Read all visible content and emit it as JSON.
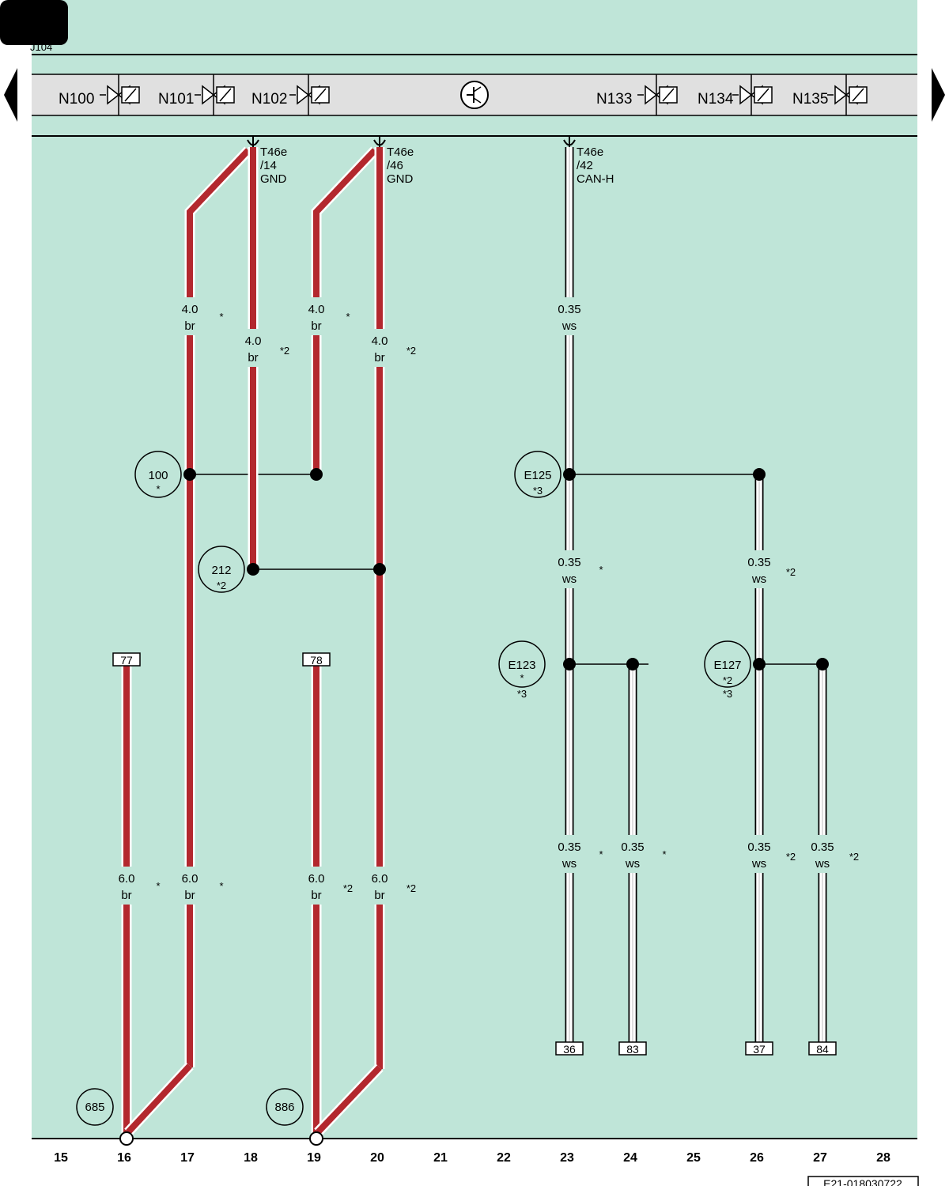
{
  "module_label": "J104",
  "components": [
    "N100",
    "N101",
    "N102",
    "N133",
    "N134",
    "N135"
  ],
  "connectors": [
    {
      "line1": "T46e",
      "line2": "/14",
      "line3": "GND"
    },
    {
      "line1": "T46e",
      "line2": "/46",
      "line3": "GND"
    },
    {
      "line1": "T46e",
      "line2": "/42",
      "line3": "CAN-H"
    }
  ],
  "wire_labels": [
    {
      "size": "4.0",
      "color": "br",
      "note": "*"
    },
    {
      "size": "4.0",
      "color": "br",
      "note": "*2"
    },
    {
      "size": "4.0",
      "color": "br",
      "note": "*"
    },
    {
      "size": "4.0",
      "color": "br",
      "note": "*2"
    },
    {
      "size": "0.35",
      "color": "ws",
      "note": ""
    },
    {
      "size": "0.35",
      "color": "ws",
      "note": "*"
    },
    {
      "size": "0.35",
      "color": "ws",
      "note": "*2"
    },
    {
      "size": "6.0",
      "color": "br",
      "note": "*"
    },
    {
      "size": "6.0",
      "color": "br",
      "note": "*"
    },
    {
      "size": "6.0",
      "color": "br",
      "note": "*2"
    },
    {
      "size": "6.0",
      "color": "br",
      "note": "*2"
    },
    {
      "size": "0.35",
      "color": "ws",
      "note": "*"
    },
    {
      "size": "0.35",
      "color": "ws",
      "note": "*"
    },
    {
      "size": "0.35",
      "color": "ws",
      "note": "*2"
    },
    {
      "size": "0.35",
      "color": "ws",
      "note": "*2"
    }
  ],
  "splices": [
    {
      "id": "100",
      "note1": "*",
      "note2": ""
    },
    {
      "id": "212",
      "note1": "*2",
      "note2": ""
    },
    {
      "id": "E125",
      "note1": "*3",
      "note2": ""
    },
    {
      "id": "E123",
      "note1": "*",
      "note2": "*3"
    },
    {
      "id": "E127",
      "note1": "*2",
      "note2": "*3"
    }
  ],
  "references_top": [
    "77",
    "78"
  ],
  "references_bottom": [
    "36",
    "83",
    "37",
    "84"
  ],
  "grounds": [
    "685",
    "886"
  ],
  "column_numbers": [
    "15",
    "16",
    "17",
    "18",
    "19",
    "20",
    "21",
    "22",
    "23",
    "24",
    "25",
    "26",
    "27",
    "28"
  ],
  "doc_id": "E21-018030722",
  "colors": {
    "background": "#bfe5d8",
    "module_band": "#e0e0e0",
    "wire_brown": "#b3282e",
    "wire_white": "#ffffff",
    "line": "#000000"
  },
  "icons": [
    "solenoid-valve-icon",
    "transistor-icon",
    "ground-terminal-icon",
    "nav-arrow-left-icon",
    "nav-arrow-right-icon"
  ]
}
